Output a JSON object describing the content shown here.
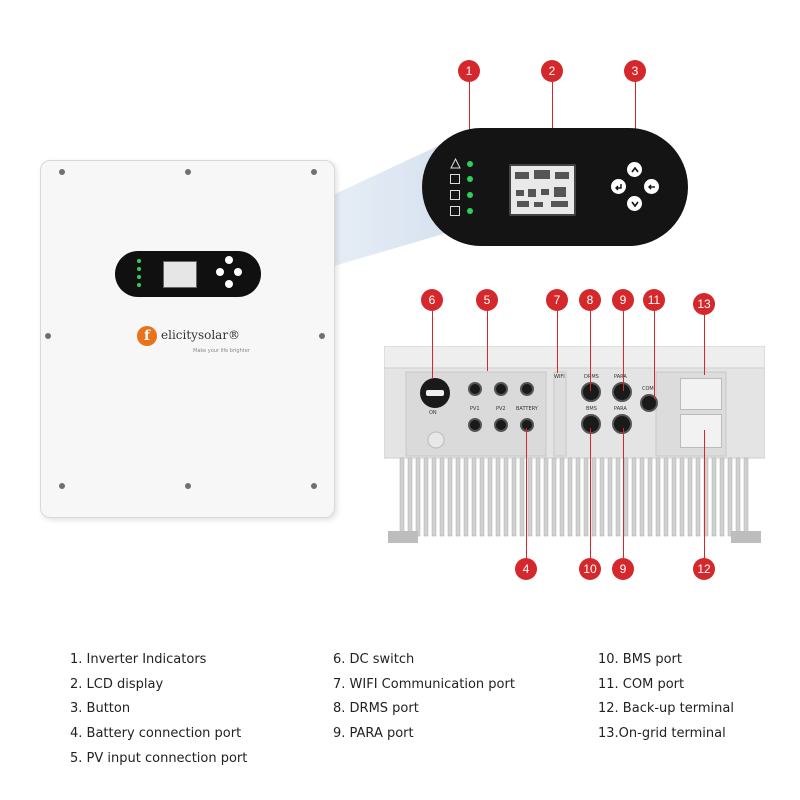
{
  "brand": {
    "logo_letter": "f",
    "logo_text": "elicitysolar®",
    "tagline": "Make your life brighter"
  },
  "callouts": [
    "1",
    "2",
    "3",
    "4",
    "5",
    "6",
    "7",
    "8",
    "9",
    "9",
    "10",
    "11",
    "12",
    "13"
  ],
  "port_labels": {
    "pv1": "PV1",
    "pv2": "PV2",
    "battery": "BATTERY",
    "wifi": "WIFI",
    "drms": "DRMS",
    "para_top": "PARA",
    "bms": "BMS",
    "para_bottom": "PARA",
    "com": "COM",
    "dc_switch": "ON"
  },
  "legend": {
    "col1": [
      "1. Inverter Indicators",
      "2. LCD display",
      "3. Button",
      "4. Battery connection port",
      "5. PV input connection port"
    ],
    "col2": [
      "6. DC switch",
      "7. WIFI Communication port",
      "8. DRMS port",
      "9. PARA port"
    ],
    "col3": [
      "10. BMS port",
      "11. COM port",
      "12. Back-up terminal",
      "13.On-grid terminal"
    ]
  },
  "colors": {
    "callout": "#d5282c",
    "led": "#2fd05a",
    "brand_orange": "#e8731b"
  }
}
